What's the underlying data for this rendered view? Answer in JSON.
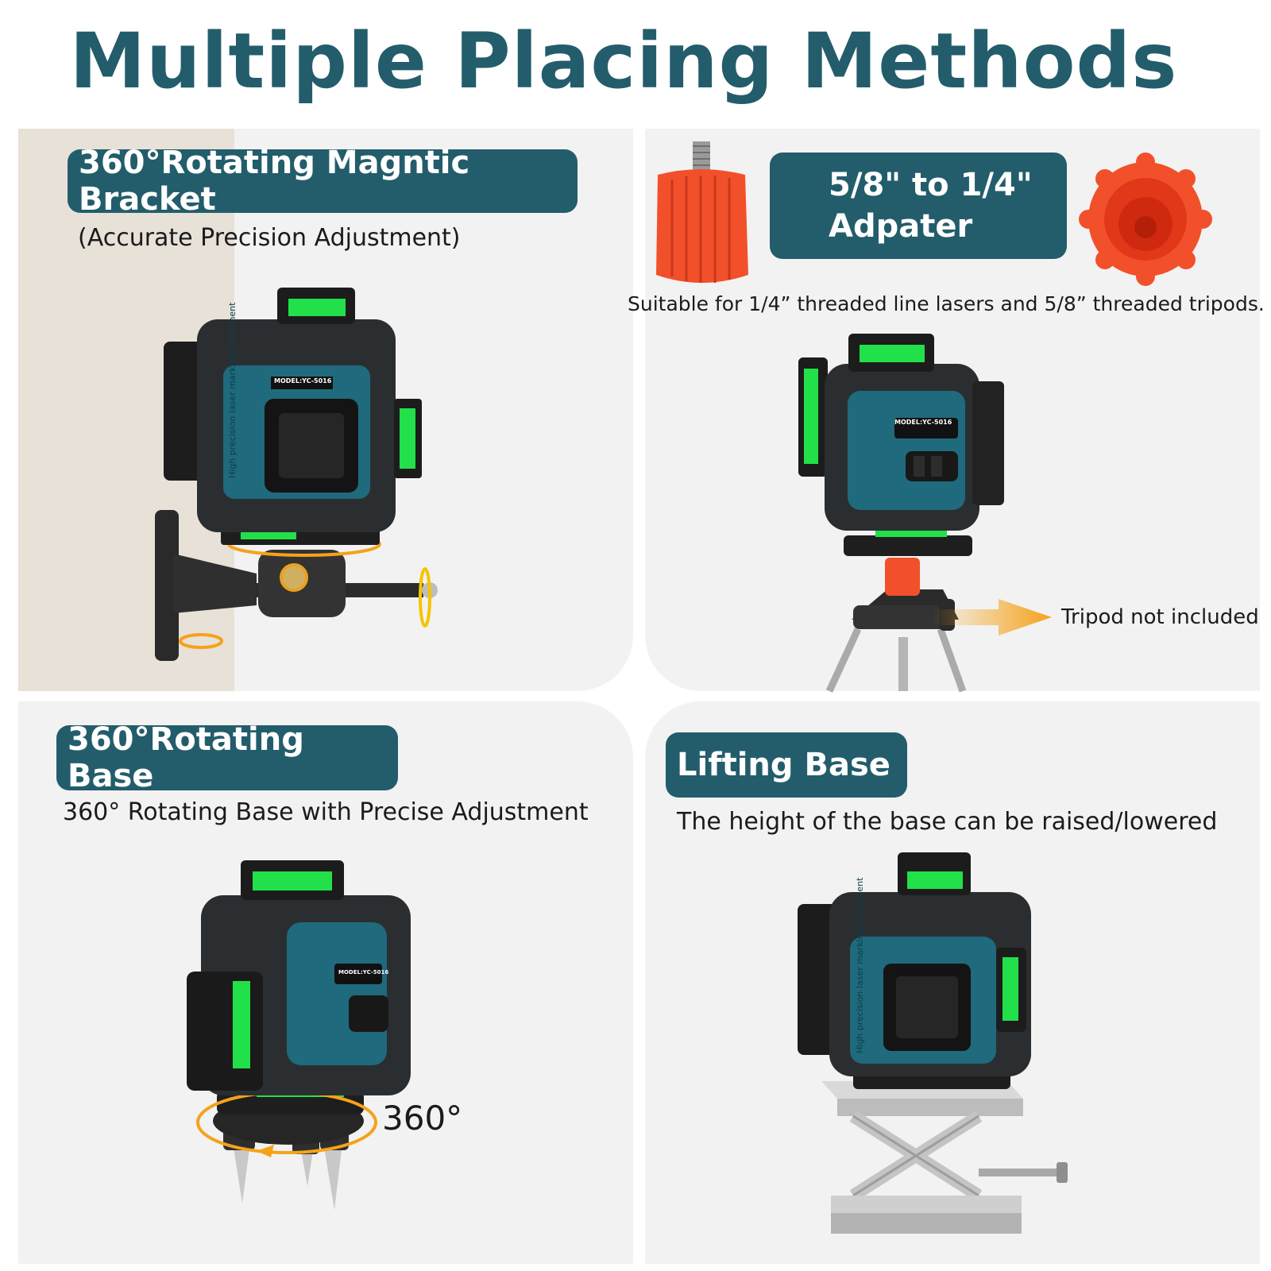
{
  "title": "Multiple Placing Methods",
  "panels": {
    "magnetic": {
      "badge": "360°Rotating Magntic Bracket",
      "subtitle": "(Accurate Precision Adjustment)",
      "model_label": "MODEL:YC-5016",
      "side_text": "High precision laser marking instrument"
    },
    "adapter": {
      "badge_line1": "5/8\" to 1/4\"",
      "badge_line2": "Adpater",
      "subtitle": "Suitable for 1/4” threaded line lasers and 5/8” threaded tripods.",
      "note": "Tripod not included",
      "model_label": "MODEL:YC-5016"
    },
    "rotating": {
      "badge": "360°Rotating Base",
      "subtitle": "360° Rotating Base with Precise Adjustment",
      "angle": "360°",
      "model_label": "MODEL:YC-5016"
    },
    "lifting": {
      "badge": "Lifting Base",
      "subtitle": "The height of the base can be raised/lowered",
      "side_text": "High precision laser marking instrument"
    }
  },
  "colors": {
    "brand": "#235d6b",
    "laser_green": "#22e04a",
    "accent_orange": "#f5a21a",
    "adapter_red": "#f2502a"
  }
}
